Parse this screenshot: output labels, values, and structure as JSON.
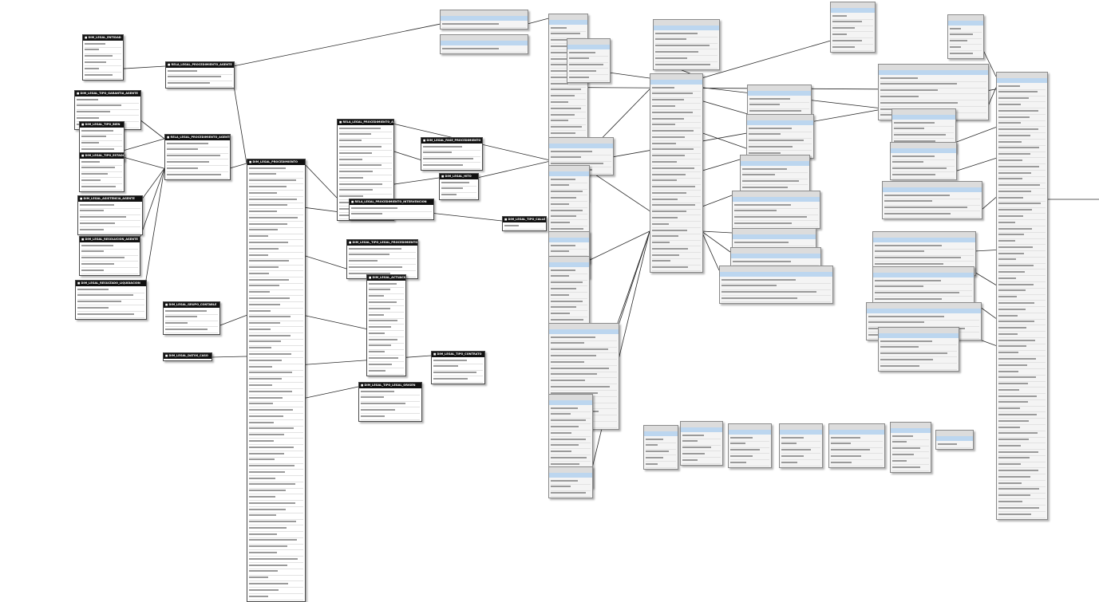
{
  "diagram": {
    "tables": [
      {
        "id": "dim-legal-entidad",
        "style": "dark",
        "title": "DIM_LEGAL_ENTIDAD",
        "rows": 6
      },
      {
        "id": "rela-legal-procedimiento-agente",
        "style": "dark",
        "title": "RELA_LEGAL_PROCEDIMIENTO_AGENTE",
        "rows": 3
      },
      {
        "id": "dim-legal-tipo-garantia-agente",
        "style": "dark",
        "title": "DIM_LEGAL_TIPO_GARANTIA_AGENTE",
        "rows": 5
      },
      {
        "id": "dim-legal-tipo-bien",
        "style": "dark",
        "title": "DIM_LEGAL_TIPO_BIEN",
        "rows": 5
      },
      {
        "id": "rela-legal-procedimiento-agente-2",
        "style": "dark",
        "title": "RELA_LEGAL_PROCEDIMIENTO_AGENTE",
        "rows": 6
      },
      {
        "id": "dim-legal-tipo-estado",
        "style": "dark",
        "title": "DIM_LEGAL_TIPO_ESTADO",
        "rows": 5
      },
      {
        "id": "dim-legal-asistencia-agente",
        "style": "dark",
        "title": "DIM_LEGAL_ASISTENCIA_AGENTE",
        "rows": 5
      },
      {
        "id": "dim-legal-resolucion-agente",
        "style": "dark",
        "title": "DIM_LEGAL_RESOLUCION_AGENTE",
        "rows": 5
      },
      {
        "id": "dim-legal-resultado-liquidacion",
        "style": "dark",
        "title": "DIM_LEGAL_RESULTADO_LIQUIDACION",
        "rows": 5
      },
      {
        "id": "dim-legal-grupo-contable",
        "style": "dark",
        "title": "DIM_LEGAL_GRUPO_CONTABLE",
        "rows": 4
      },
      {
        "id": "dim-legal-datos-caso",
        "style": "dark",
        "title": "DIM_LEGAL_DATOS_CASO",
        "rows": 0
      },
      {
        "id": "dim-legal-procedimiento",
        "style": "dark",
        "title": "DIM_LEGAL_PROCEDIMIENTO",
        "rows": 70
      },
      {
        "id": "rela-legal-procedimiento-actuacion",
        "style": "dark",
        "title": "RELA_LEGAL_PROCEDIMIENTO_ACTUACION",
        "rows": 15
      },
      {
        "id": "dim-legal-fase-procedimiento",
        "style": "dark",
        "title": "DIM_LEGAL_FASE_PROCEDIMIENTO",
        "rows": 4
      },
      {
        "id": "dim-legal-hito",
        "style": "dark",
        "title": "DIM_LEGAL_HITO",
        "rows": 3
      },
      {
        "id": "rela-legal-procedimiento-intervencion",
        "style": "dark",
        "title": "RELA_LEGAL_PROCEDIMIENTO_INTERVENCION",
        "rows": 2
      },
      {
        "id": "dim-legal-tipo-calle",
        "style": "dark",
        "title": "DIM_LEGAL_TIPO_CALLE",
        "rows": 1
      },
      {
        "id": "dim-legal-tipo-legal-procedimiento",
        "style": "dark",
        "title": "DIM_LEGAL_TIPO_LEGAL_PROCEDIMIENTO",
        "rows": 5
      },
      {
        "id": "dim-legal-actuacion",
        "style": "dark",
        "title": "DIM_LEGAL_ACTUACION",
        "rows": 15
      },
      {
        "id": "dim-legal-tipo-contrato",
        "style": "dark",
        "title": "DIM_LEGAL_TIPO_CONTRATO",
        "rows": 4
      },
      {
        "id": "dim-legal-tipo-legal-origen",
        "style": "dark",
        "title": "DIM_LEGAL_TIPO_LEGAL_ORIGEN",
        "rows": 5
      },
      {
        "id": "g-top-small-1",
        "style": "grey",
        "title": "",
        "rows": 1
      },
      {
        "id": "g-top-small-2",
        "style": "grey",
        "title": "",
        "rows": 1
      },
      {
        "id": "g-col1-main",
        "style": "grey",
        "title": "",
        "rows": 28
      },
      {
        "id": "g-col1-b",
        "style": "grey",
        "title": "",
        "rows": 5
      },
      {
        "id": "g-col1-c",
        "style": "grey",
        "title": "",
        "rows": 4
      },
      {
        "id": "g-col1-d",
        "style": "grey",
        "title": "",
        "rows": 16
      },
      {
        "id": "g-col1-e",
        "style": "grey",
        "title": "",
        "rows": 3
      },
      {
        "id": "g-col1-f",
        "style": "grey",
        "title": "",
        "rows": 10
      },
      {
        "id": "g-col1-g",
        "style": "grey",
        "title": "",
        "rows": 15
      },
      {
        "id": "g-col1-h",
        "style": "grey",
        "title": "",
        "rows": 13
      },
      {
        "id": "g-col1-i",
        "style": "grey",
        "title": "",
        "rows": 3
      },
      {
        "id": "g-col2-a",
        "style": "grey",
        "title": "",
        "rows": 6
      },
      {
        "id": "g-col3-main",
        "style": "grey",
        "title": "",
        "rows": 30
      },
      {
        "id": "g-col3-top",
        "style": "grey",
        "title": "",
        "rows": 6
      },
      {
        "id": "g-col4-a",
        "style": "grey",
        "title": "",
        "rows": 4
      },
      {
        "id": "g-col4-b",
        "style": "grey",
        "title": "",
        "rows": 5
      },
      {
        "id": "g-col4-c",
        "style": "grey",
        "title": "",
        "rows": 4
      },
      {
        "id": "g-col4-d",
        "style": "grey",
        "title": "",
        "rows": 4
      },
      {
        "id": "g-col4-e",
        "style": "grey",
        "title": "",
        "rows": 4
      },
      {
        "id": "g-col4-f",
        "style": "grey",
        "title": "",
        "rows": 4
      },
      {
        "id": "g-col4-g",
        "style": "grey",
        "title": "",
        "rows": 4
      },
      {
        "id": "g-col5-top",
        "style": "grey",
        "title": "",
        "rows": 7
      },
      {
        "id": "g-col5-a",
        "style": "grey",
        "title": "",
        "rows": 5
      },
      {
        "id": "g-col5-b",
        "style": "grey",
        "title": "",
        "rows": 4
      },
      {
        "id": "g-col5-c",
        "style": "grey",
        "title": "",
        "rows": 4
      },
      {
        "id": "g-col5-d",
        "style": "grey",
        "title": "",
        "rows": 5
      },
      {
        "id": "g-col5-e",
        "style": "grey",
        "title": "",
        "rows": 5
      },
      {
        "id": "g-col5-f",
        "style": "grey",
        "title": "",
        "rows": 4
      },
      {
        "id": "g-col5-g",
        "style": "grey",
        "title": "",
        "rows": 5
      },
      {
        "id": "g-col6-top",
        "style": "grey",
        "title": "",
        "rows": 5
      },
      {
        "id": "g-col6-main",
        "style": "grey",
        "title": "",
        "rows": 70
      },
      {
        "id": "g-bot-1",
        "style": "grey",
        "title": "",
        "rows": 5
      },
      {
        "id": "g-bot-2",
        "style": "grey",
        "title": "",
        "rows": 5
      },
      {
        "id": "g-bot-3",
        "style": "grey",
        "title": "",
        "rows": 5
      },
      {
        "id": "g-bot-4",
        "style": "grey",
        "title": "",
        "rows": 5
      },
      {
        "id": "g-bot-5",
        "style": "grey",
        "title": "",
        "rows": 5
      },
      {
        "id": "g-bot-6",
        "style": "grey",
        "title": "",
        "rows": 6
      },
      {
        "id": "g-bot-7",
        "style": "grey",
        "title": "",
        "rows": 1
      }
    ],
    "links": [
      [
        "dim-legal-entidad",
        "rela-legal-procedimiento-agente"
      ],
      [
        "rela-legal-procedimiento-agente",
        "g-top-small-1"
      ],
      [
        "rela-legal-procedimiento-agente",
        "dim-legal-procedimiento"
      ],
      [
        "dim-legal-tipo-garantia-agente",
        "rela-legal-procedimiento-agente-2"
      ],
      [
        "dim-legal-tipo-bien",
        "rela-legal-procedimiento-agente-2"
      ],
      [
        "dim-legal-tipo-estado",
        "rela-legal-procedimiento-agente-2"
      ],
      [
        "dim-legal-asistencia-agente",
        "rela-legal-procedimiento-agente-2"
      ],
      [
        "dim-legal-resolucion-agente",
        "rela-legal-procedimiento-agente-2"
      ],
      [
        "dim-legal-resultado-liquidacion",
        "rela-legal-procedimiento-agente-2"
      ],
      [
        "rela-legal-procedimiento-agente-2",
        "dim-legal-procedimiento"
      ],
      [
        "dim-legal-grupo-contable",
        "dim-legal-procedimiento"
      ],
      [
        "dim-legal-datos-caso",
        "dim-legal-procedimiento"
      ],
      [
        "dim-legal-procedimiento",
        "rela-legal-procedimiento-actuacion"
      ],
      [
        "dim-legal-procedimiento",
        "rela-legal-procedimiento-intervencion"
      ],
      [
        "dim-legal-procedimiento",
        "dim-legal-tipo-legal-procedimiento"
      ],
      [
        "dim-legal-procedimiento",
        "dim-legal-actuacion"
      ],
      [
        "dim-legal-procedimiento",
        "dim-legal-tipo-contrato"
      ],
      [
        "dim-legal-procedimiento",
        "dim-legal-tipo-legal-origen"
      ],
      [
        "rela-legal-procedimiento-actuacion",
        "dim-legal-fase-procedimiento"
      ],
      [
        "rela-legal-procedimiento-actuacion",
        "dim-legal-hito"
      ],
      [
        "rela-legal-procedimiento-actuacion",
        "g-col1-main"
      ],
      [
        "rela-legal-procedimiento-intervencion",
        "dim-legal-tipo-calle"
      ],
      [
        "dim-legal-hito",
        "g-col1-main"
      ],
      [
        "g-top-small-1",
        "g-col1-main"
      ],
      [
        "g-col1-main",
        "g-col3-main"
      ],
      [
        "g-col1-main",
        "g-col6-main"
      ],
      [
        "g-col1-main",
        "g-col5-top"
      ],
      [
        "g-col1-b",
        "g-col3-main"
      ],
      [
        "g-col1-d",
        "g-col3-main"
      ],
      [
        "g-col1-f",
        "g-col3-main"
      ],
      [
        "g-col1-g",
        "g-col3-main"
      ],
      [
        "g-col1-h",
        "g-col3-main"
      ],
      [
        "g-col1-i",
        "g-col3-main"
      ],
      [
        "g-col2-a",
        "g-col3-main"
      ],
      [
        "g-col3-top",
        "g-col3-main"
      ],
      [
        "g-col3-main",
        "g-col4-a"
      ],
      [
        "g-col3-main",
        "g-col4-b"
      ],
      [
        "g-col3-main",
        "g-col4-c"
      ],
      [
        "g-col3-main",
        "g-col4-d"
      ],
      [
        "g-col3-main",
        "g-col4-e"
      ],
      [
        "g-col3-main",
        "g-col4-f"
      ],
      [
        "g-col3-main",
        "g-col4-g"
      ],
      [
        "g-col3-main",
        "g-col5-top"
      ],
      [
        "g-col5-top",
        "g-col6-main"
      ],
      [
        "g-col5-a",
        "g-col6-main"
      ],
      [
        "g-col5-b",
        "g-col6-main"
      ],
      [
        "g-col5-c",
        "g-col6-main"
      ],
      [
        "g-col5-d",
        "g-col6-main"
      ],
      [
        "g-col5-e",
        "g-col6-main"
      ],
      [
        "g-col5-f",
        "g-col6-main"
      ],
      [
        "g-col5-g",
        "g-col6-main"
      ],
      [
        "g-col6-top",
        "g-col6-main"
      ],
      [
        "g-col6-main",
        "offscreen-right"
      ]
    ]
  }
}
